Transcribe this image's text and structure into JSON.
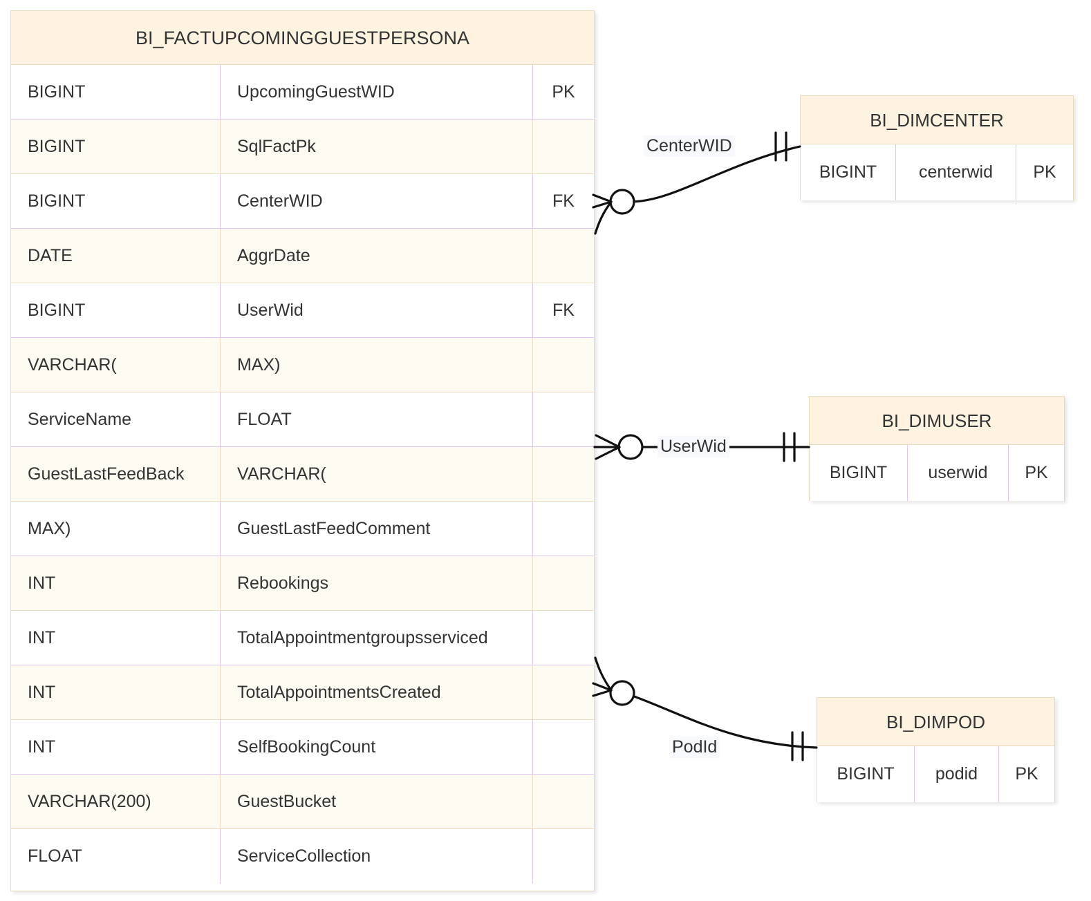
{
  "diagram": {
    "type": "entity-relationship",
    "notation": "crows-foot",
    "colors": {
      "header_bg": "#fdf3e0",
      "row_bg": "#ffffff",
      "row_alt_bg": "#fdfaf2",
      "border_lavender": "#ddc6f0",
      "border_tan": "#ecdcbd",
      "text": "#333333",
      "edge": "#111111",
      "label_bg": "#f7f9fd"
    }
  },
  "fact_table": {
    "name": "BI_FACTUPCOMINGGUESTPERSONA",
    "columns": [
      "type",
      "name",
      "key"
    ],
    "rows": [
      {
        "type": "BIGINT",
        "name": "UpcomingGuestWID",
        "key": "PK"
      },
      {
        "type": "BIGINT",
        "name": "SqlFactPk",
        "key": ""
      },
      {
        "type": "BIGINT",
        "name": "CenterWID",
        "key": "FK"
      },
      {
        "type": "DATE",
        "name": "AggrDate",
        "key": ""
      },
      {
        "type": "BIGINT",
        "name": "UserWid",
        "key": "FK"
      },
      {
        "type": "VARCHAR(",
        "name": "MAX)",
        "key": ""
      },
      {
        "type": "ServiceName",
        "name": "FLOAT",
        "key": ""
      },
      {
        "type": "GuestLastFeedBack",
        "name": "VARCHAR(",
        "key": ""
      },
      {
        "type": "MAX)",
        "name": "GuestLastFeedComment",
        "key": ""
      },
      {
        "type": "INT",
        "name": "Rebookings",
        "key": ""
      },
      {
        "type": "INT",
        "name": "TotalAppointmentgroupsserviced",
        "key": ""
      },
      {
        "type": "INT",
        "name": "TotalAppointmentsCreated",
        "key": ""
      },
      {
        "type": "INT",
        "name": "SelfBookingCount",
        "key": ""
      },
      {
        "type": "VARCHAR(200)",
        "name": "GuestBucket",
        "key": ""
      },
      {
        "type": "FLOAT",
        "name": "ServiceCollection",
        "key": ""
      }
    ]
  },
  "dim_tables": [
    {
      "id": "dim-center",
      "name": "BI_DIMCENTER",
      "rows": [
        {
          "type": "BIGINT",
          "name": "centerwid",
          "key": "PK"
        }
      ]
    },
    {
      "id": "dim-user",
      "name": "BI_DIMUSER",
      "rows": [
        {
          "type": "BIGINT",
          "name": "userwid",
          "key": "PK"
        }
      ]
    },
    {
      "id": "dim-pod",
      "name": "BI_DIMPOD",
      "rows": [
        {
          "type": "BIGINT",
          "name": "podid",
          "key": "PK"
        }
      ]
    }
  ],
  "relationships": [
    {
      "id": "rel-centerwid",
      "label": "CenterWID",
      "from": "BI_FACTUPCOMINGGUESTPERSONA",
      "to": "BI_DIMCENTER",
      "from_cardinality": "zero-or-many",
      "to_cardinality": "exactly-one"
    },
    {
      "id": "rel-userwid",
      "label": "UserWid",
      "from": "BI_FACTUPCOMINGGUESTPERSONA",
      "to": "BI_DIMUSER",
      "from_cardinality": "zero-or-many",
      "to_cardinality": "exactly-one"
    },
    {
      "id": "rel-podid",
      "label": "PodId",
      "from": "BI_FACTUPCOMINGGUESTPERSONA",
      "to": "BI_DIMPOD",
      "from_cardinality": "zero-or-many",
      "to_cardinality": "exactly-one"
    }
  ]
}
